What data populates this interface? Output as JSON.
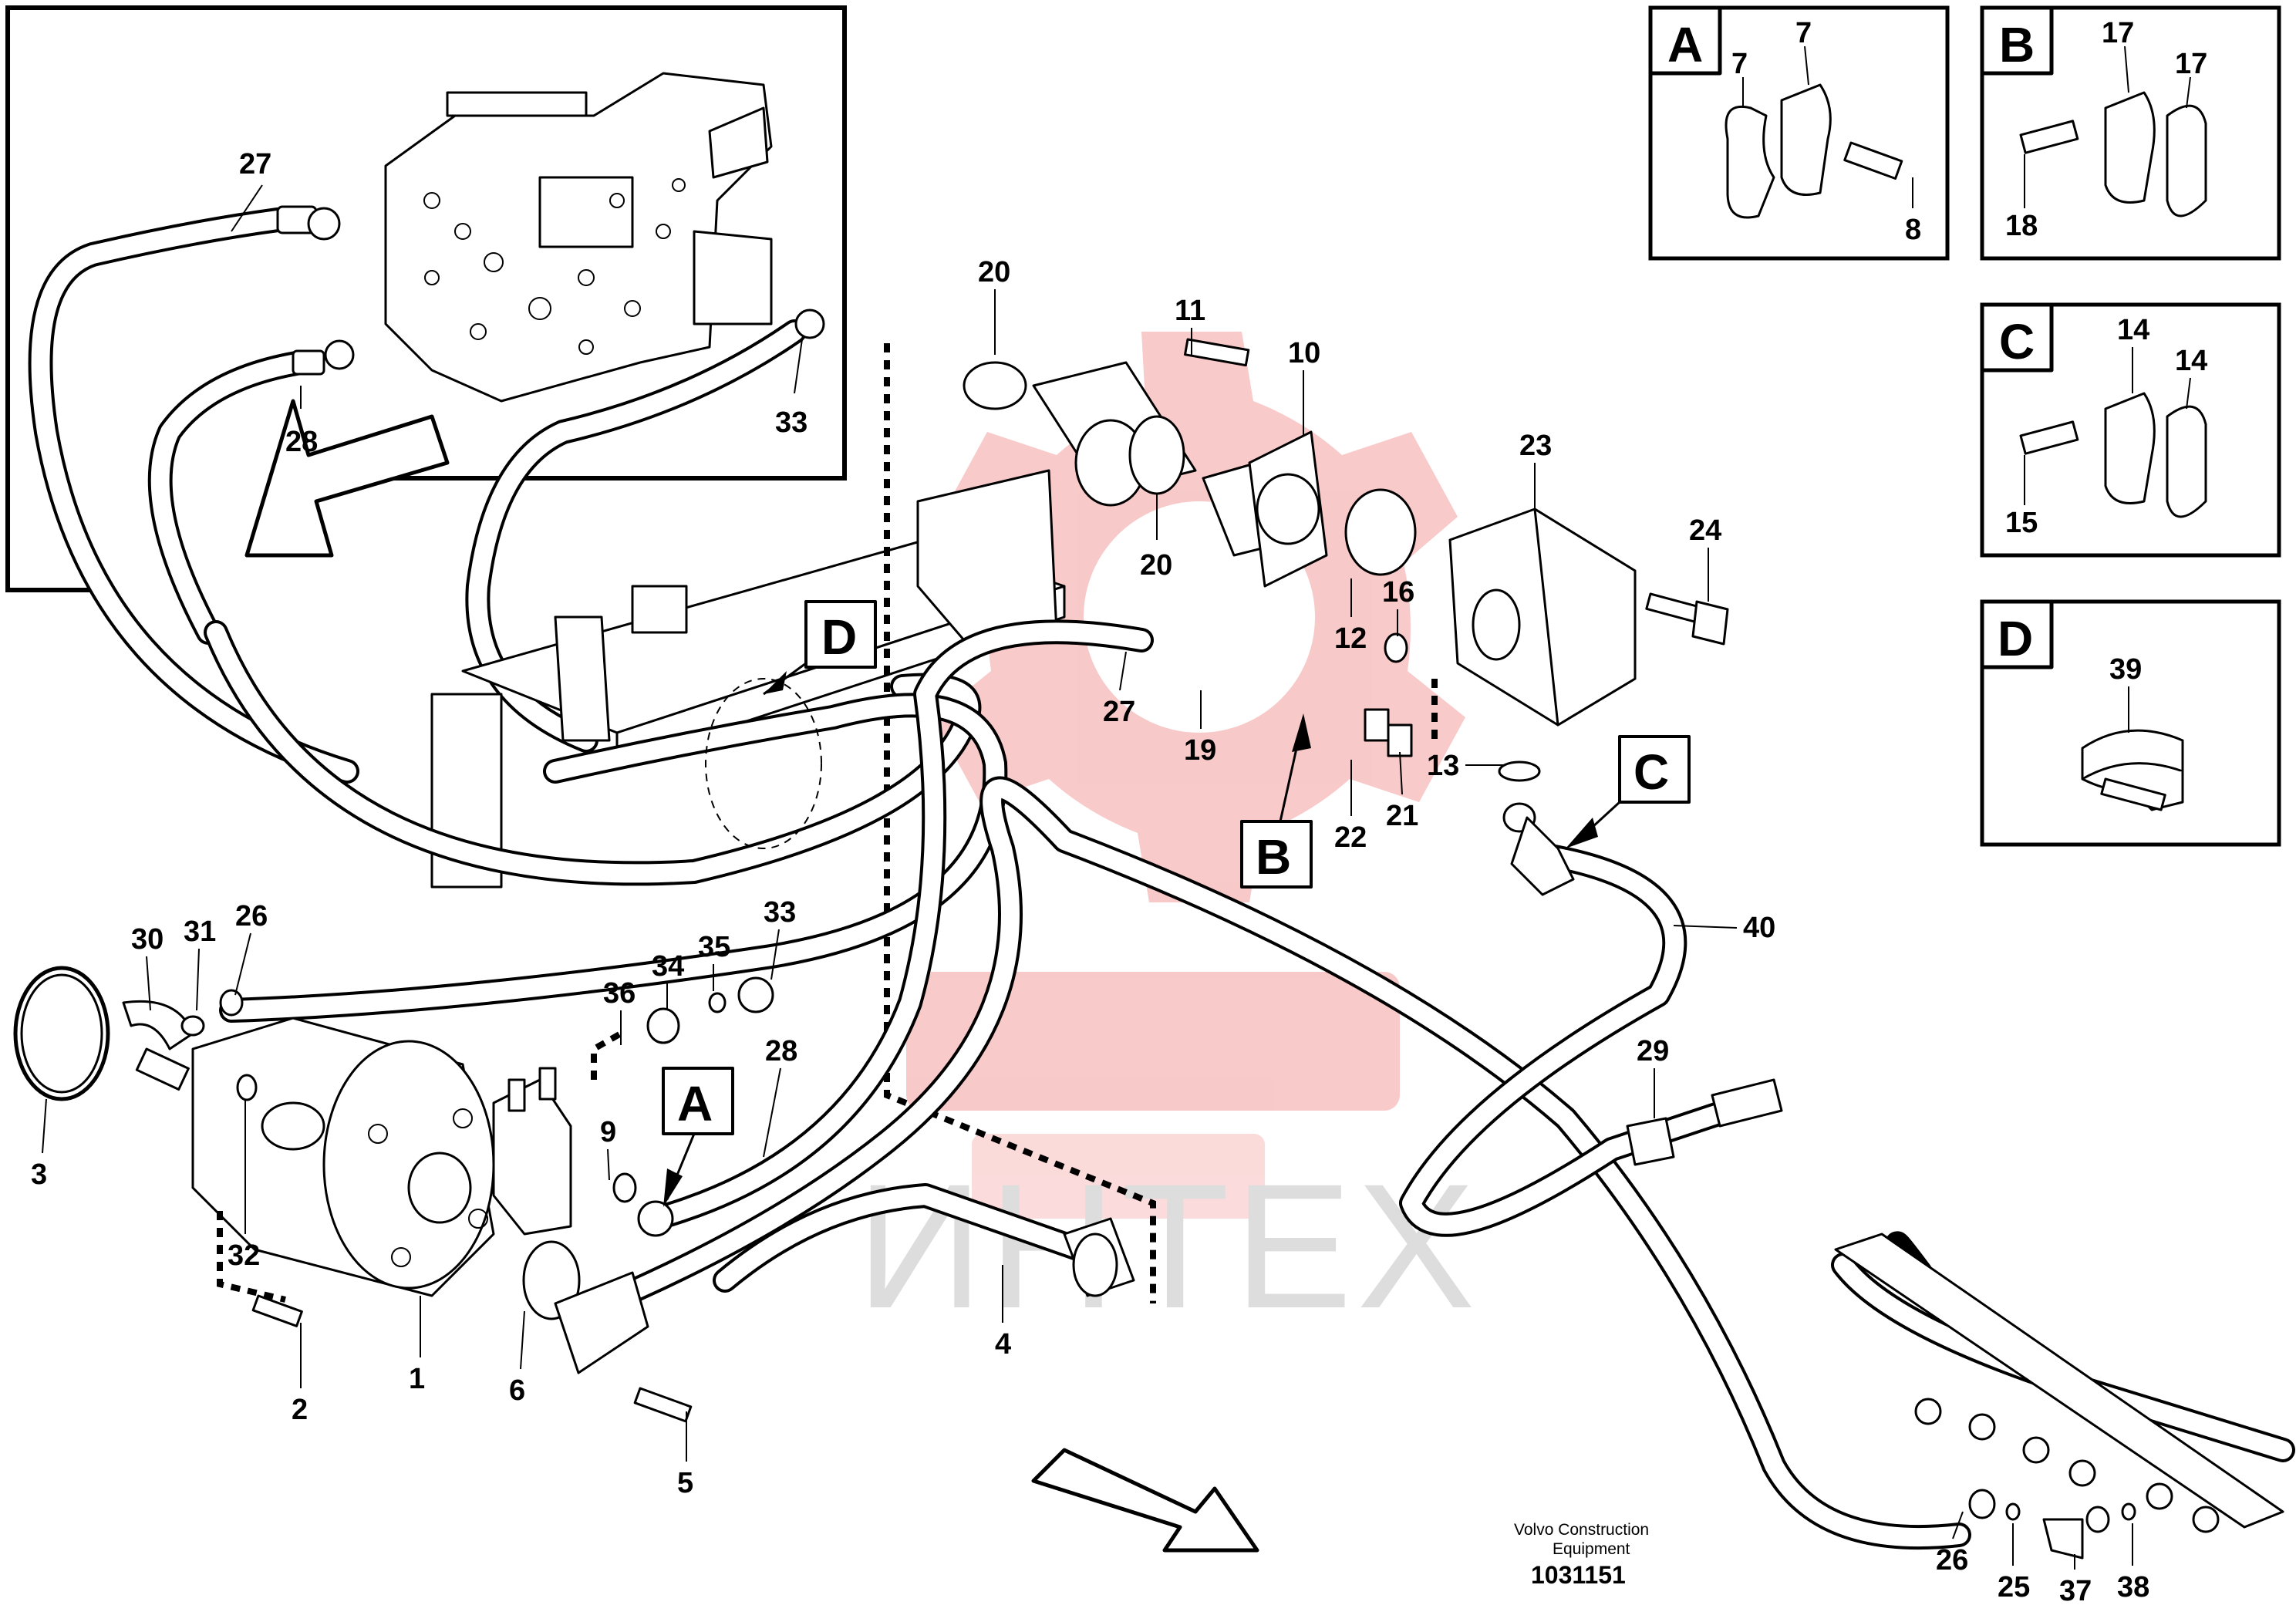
{
  "watermark": {
    "text": "ИНТЕХ",
    "logo_color": "#f6b5b5"
  },
  "footer": {
    "line1": "Volvo Construction",
    "line2": "Equipment",
    "number": "1031151"
  },
  "detail_boxes": [
    {
      "letter": "A",
      "callouts": [
        "7",
        "7",
        "8"
      ]
    },
    {
      "letter": "B",
      "callouts": [
        "17",
        "17",
        "18"
      ]
    },
    {
      "letter": "C",
      "callouts": [
        "14",
        "14",
        "15"
      ]
    },
    {
      "letter": "D",
      "callouts": [
        "39"
      ]
    }
  ],
  "view_markers": [
    "D",
    "B",
    "C",
    "A"
  ],
  "callouts": {
    "inset": [
      "27",
      "28",
      "33"
    ],
    "main": [
      "20",
      "11",
      "10",
      "23",
      "24",
      "20",
      "12",
      "16",
      "27",
      "19",
      "13",
      "22",
      "21",
      "40",
      "29",
      "30",
      "31",
      "26",
      "36",
      "34",
      "35",
      "33",
      "28",
      "9",
      "3",
      "32",
      "1",
      "6",
      "2",
      "5",
      "4",
      "26",
      "25",
      "37",
      "38"
    ]
  }
}
